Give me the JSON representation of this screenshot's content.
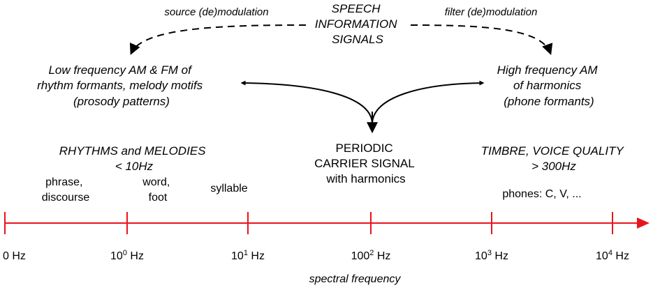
{
  "center_label": [
    "SPEECH",
    "INFORMATION",
    "SIGNALS"
  ],
  "left_arrow_label": "source (de)modulation",
  "right_arrow_label": "filter (de)modulation",
  "low_freq_box": [
    "Low frequency AM & FM of",
    "rhythm formants, melody motifs",
    "(prosody patterns)"
  ],
  "high_freq_box": [
    "High frequency AM",
    "of harmonics",
    "(phone formants)"
  ],
  "carrier_label": [
    "PERIODIC",
    "CARRIER SIGNAL",
    "with harmonics"
  ],
  "rhythm_label": [
    "RHYTHMS and MELODIES",
    "< 10Hz"
  ],
  "timbre_label": [
    "TIMBRE, VOICE QUALITY",
    "> 300Hz"
  ],
  "units": {
    "phrase": [
      "phrase,",
      "discourse"
    ],
    "word": [
      "word,",
      "foot"
    ],
    "syllable": "syllable",
    "phones": "phones: C, V, ..."
  },
  "axis": {
    "title": "spectral frequency",
    "color": "#e8141b",
    "ticks": [
      {
        "base": "0 Hz",
        "exp": "",
        "unit": ""
      },
      {
        "base": "10",
        "exp": "0",
        "unit": " Hz"
      },
      {
        "base": "10",
        "exp": "1",
        "unit": " Hz"
      },
      {
        "base": "100",
        "exp": "2",
        "unit": " Hz"
      },
      {
        "base": "10",
        "exp": "3",
        "unit": " Hz"
      },
      {
        "base": "10",
        "exp": "4",
        "unit": " Hz"
      }
    ]
  }
}
